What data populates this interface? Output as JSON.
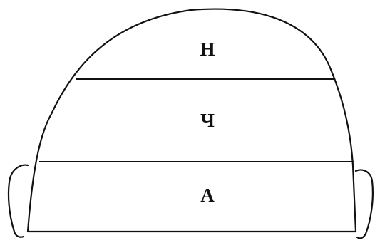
{
  "zones": {
    "upper": {
      "label": "Н"
    },
    "middle": {
      "label": "Ч"
    },
    "lower": {
      "label": "А"
    }
  }
}
